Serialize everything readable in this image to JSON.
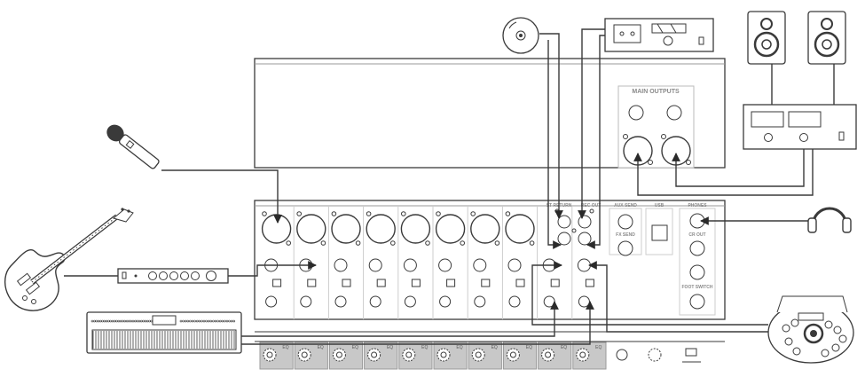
{
  "mixer": {
    "main_outputs_label": "MAIN OUTPUTS",
    "aux_send_label": "AUX SEND",
    "fx_send_label": "FX SEND",
    "usb_label": "USB",
    "phones_label": "PHONES",
    "cr_out_label": "CR OUT",
    "foot_switch_label": "FOOT SWITCH",
    "stereo_return_label": "ST RETURN",
    "rec_out_label": "REC OUT",
    "eq_label": "EQ"
  },
  "devices": [
    {
      "name": "cd-player-icon"
    },
    {
      "name": "cassette-deck-icon"
    },
    {
      "name": "studio-monitor-icon"
    },
    {
      "name": "power-amplifier-icon"
    },
    {
      "name": "microphone-icon"
    },
    {
      "name": "electric-guitar-icon"
    },
    {
      "name": "effects-unit-icon"
    },
    {
      "name": "keyboard-icon"
    },
    {
      "name": "headphones-icon"
    },
    {
      "name": "drum-machine-icon"
    }
  ],
  "colors": {
    "line": "#3a3a3a",
    "panel_fill": "#ffffff",
    "strip_fill": "#c8c8c8",
    "arrow": "#2a2a2a"
  }
}
